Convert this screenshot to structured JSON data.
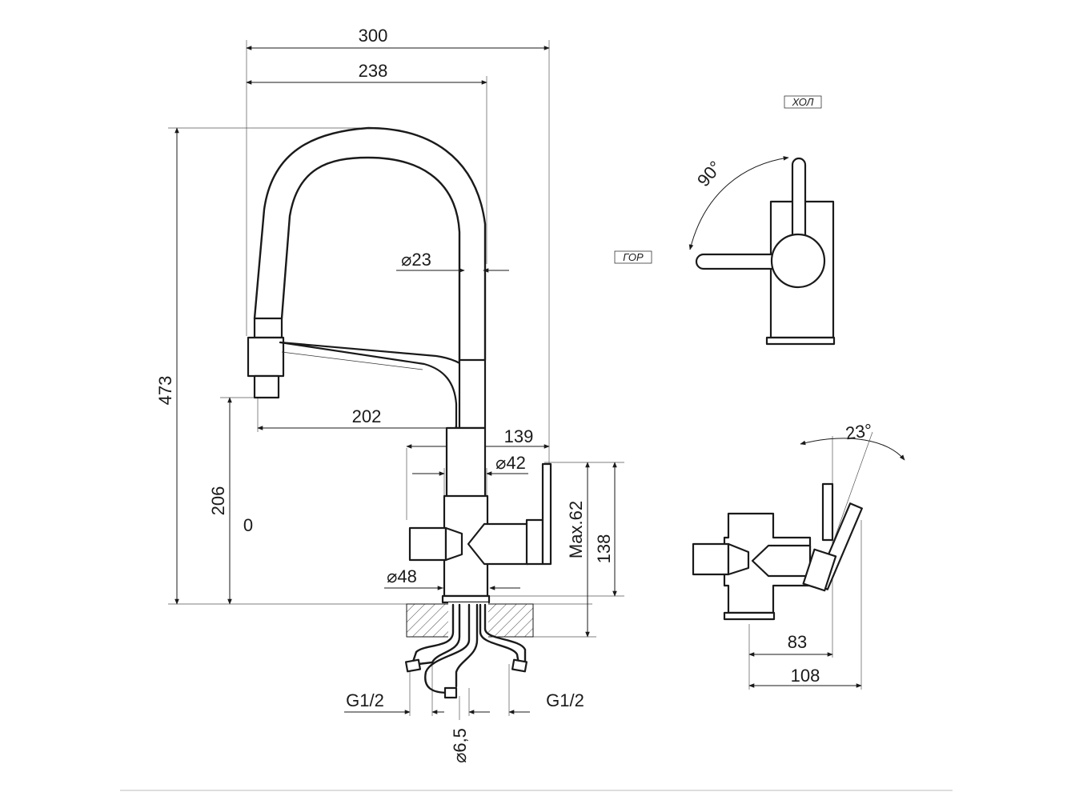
{
  "dimensions": {
    "overall_width": "300",
    "spout_reach": "238",
    "total_height": "473",
    "spout_diameter": "⌀23",
    "outlet_reach": "202",
    "outlet_height": "206",
    "zero_mark": "0",
    "body_offset": "139",
    "body_diameter": "⌀42",
    "lever_height": "Max.62",
    "body_height": "138",
    "base_diameter": "⌀48",
    "hose_left": "G1/2",
    "hose_right": "G1/2",
    "hose_filter": "⌀6,5",
    "side_depth": "83",
    "side_total_depth": "108",
    "top_angle": "90°",
    "side_angle": "23°"
  },
  "labels": {
    "cold": "ХОЛ",
    "hot": "ГОР"
  }
}
